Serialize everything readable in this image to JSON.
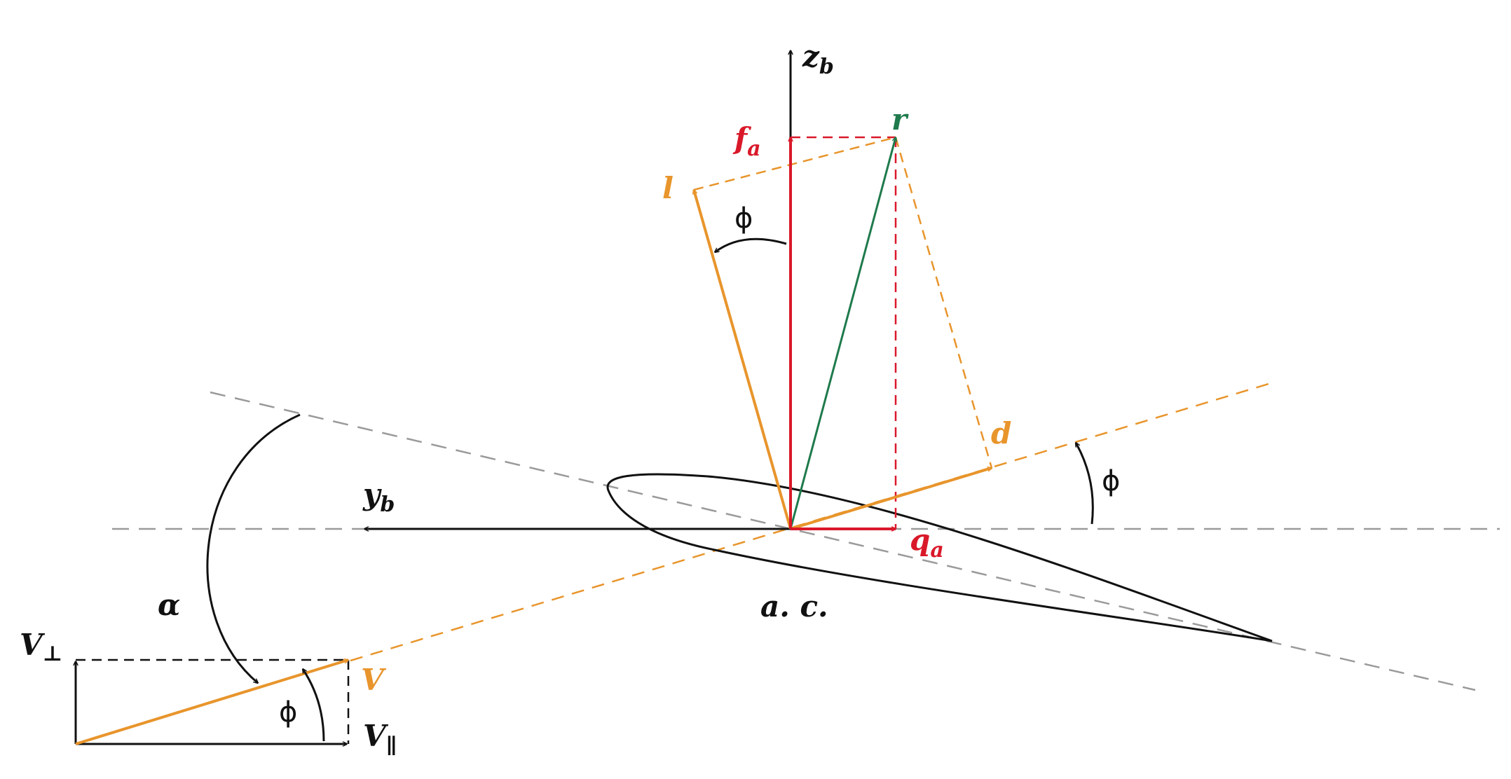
{
  "colors": {
    "black": "#111111",
    "red": "#d9192a",
    "orange": "#e8952c",
    "green": "#1f7a4c",
    "gray": "#9a9a9a"
  },
  "labels": {
    "z_b": {
      "base": "z",
      "sub": "b"
    },
    "y_b": {
      "base": "y",
      "sub": "b"
    },
    "f_a": {
      "base": "f",
      "sub": "a"
    },
    "q_a": {
      "base": "q",
      "sub": "a"
    },
    "r": "r",
    "l": "l",
    "d": "d",
    "V": "V",
    "V_perp": {
      "base": "V",
      "sub": "⊥"
    },
    "V_par": {
      "base": "V",
      "sub": "∥"
    },
    "alpha": "α",
    "ac": "a. c.",
    "phi_lift": "ϕ",
    "phi_drag": "ϕ",
    "phi_velocity": "ϕ"
  }
}
